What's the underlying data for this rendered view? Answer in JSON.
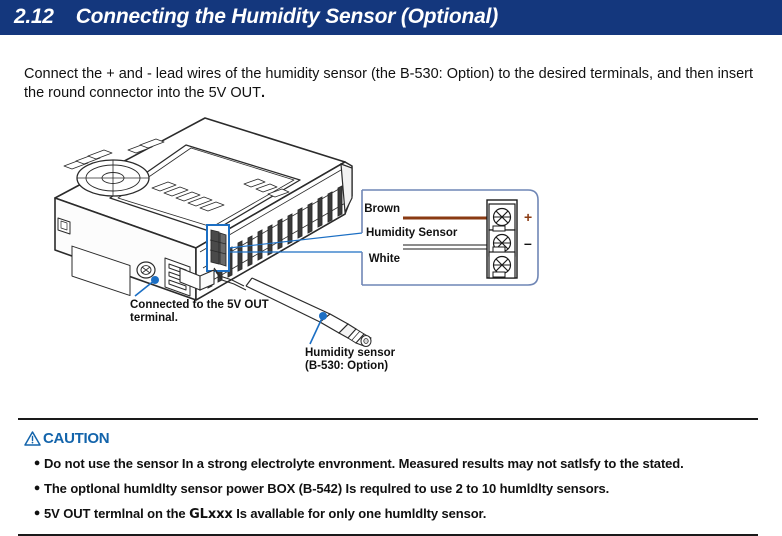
{
  "header": {
    "section_number": "2.12",
    "section_title": "Connecting the Humidity Sensor (Optional)",
    "bar_color": "#14377d",
    "text_color": "#ffffff"
  },
  "intro": {
    "text_part1": "Connect the + and - lead wires of the humidity sensor (the B-530: Option) to the desired terminals, and then insert the round connector into the 5V OUT",
    "text_part2": "."
  },
  "figure": {
    "callout_device_terminal": {
      "line1": "Connected to the 5V OUT",
      "line2": "terminal."
    },
    "callout_sensor": {
      "line1": "Humidity sensor",
      "line2": "(B-530: Option)"
    },
    "detail_box": {
      "label_left": "Humidity Sensor",
      "wire_brown": "Brown",
      "wire_white": "White",
      "terminal_plus": "+",
      "terminal_minus": "–",
      "brown_wire_color": "#8a3a12",
      "box_border_color": "#6f86b5"
    },
    "highlight_color": "#1c6fc4",
    "leader_color": "#1c6fc4",
    "line_color": "#2b2b2b"
  },
  "caution": {
    "heading": "CAUTION",
    "heading_color": "#1364ab",
    "warning_icon": "warning-triangle-icon",
    "items": [
      {
        "pre": "Do not use the sensor In a strong electrolyte envronment. Measured results may not satlsfy to the stated.",
        "strong": "",
        "post": ""
      },
      {
        "pre": "The optlonal humldlty sensor power BOX  (B-542) Is requlred to use 2 to 10 humldlty sensors.",
        "strong": "",
        "post": ""
      },
      {
        "pre": "5V OUT termlnal on the ",
        "strong": "GLxxx",
        "post": " Is avallable for only one humldlty sensor."
      }
    ]
  }
}
